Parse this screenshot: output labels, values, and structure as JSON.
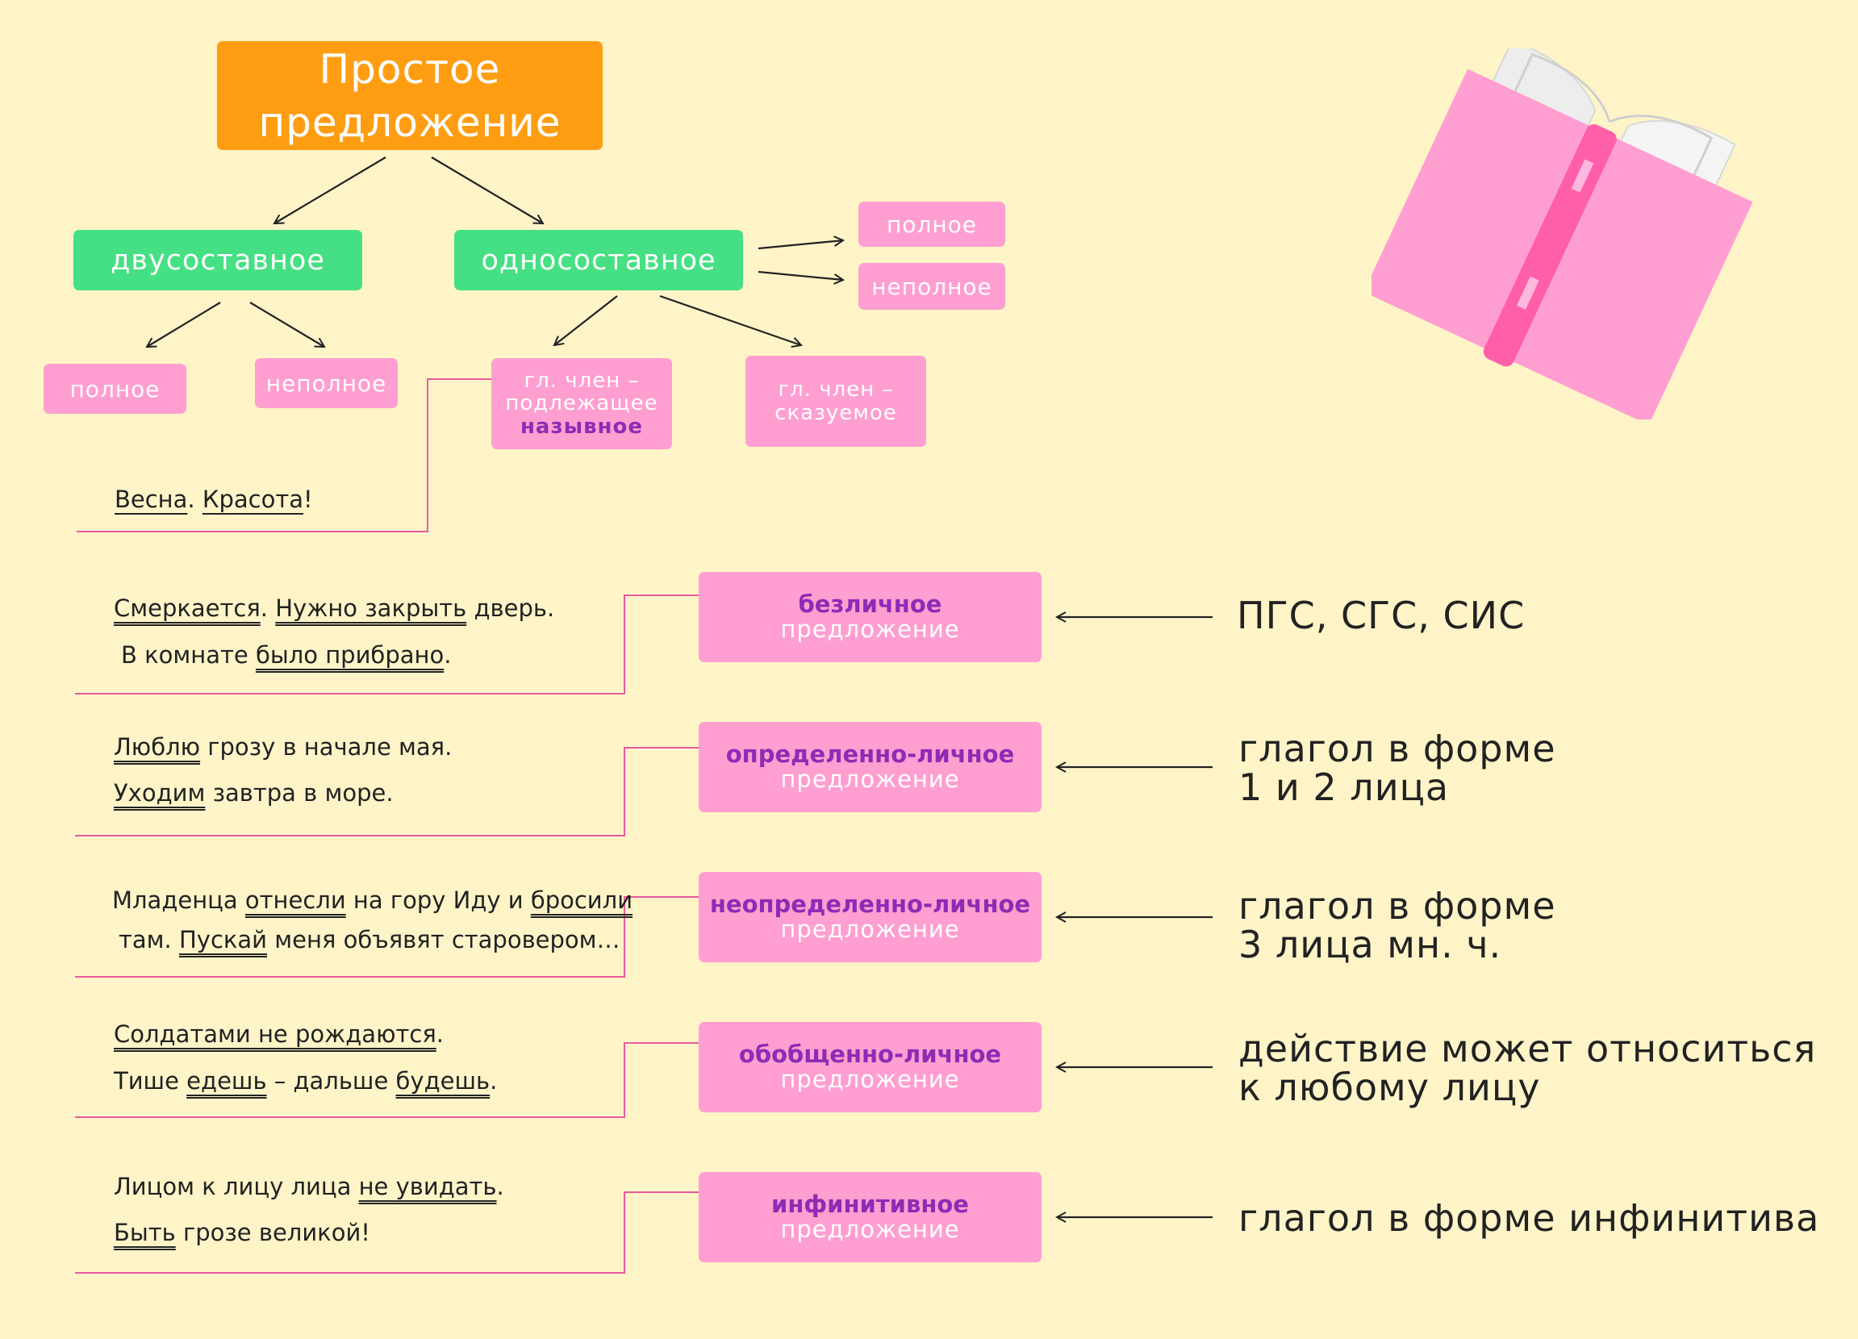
{
  "colors": {
    "background": "#FEF4C8",
    "root": "#FF9D12",
    "level1": "#45E083",
    "leaf": "#FF9ED0",
    "accent_text": "#8E2BB5",
    "connector_pink": "#E85A9C",
    "book_pink": "#FF9ED0",
    "book_spine": "#FF5FA8"
  },
  "root": {
    "line1": "Простое",
    "line2": "предложение"
  },
  "two_part": {
    "label": "двусоставное",
    "full": "полное",
    "incomplete": "неполное"
  },
  "one_part": {
    "label": "односоставное",
    "full": "полное",
    "incomplete": "неполное",
    "subject_main": {
      "line1": "гл. член –",
      "line2": "подлежащее",
      "type": "назывное"
    },
    "predicate_main": {
      "line1": "гл. член –",
      "line2": "сказуемое"
    }
  },
  "nominative_example": {
    "w1": "Весна",
    "p1": ". ",
    "w2": "Красота",
    "p2": "!"
  },
  "types": [
    {
      "name": "безличное",
      "word": "предложение",
      "desc_line1": "ПГС, СГС,  СИС",
      "desc_line2": ""
    },
    {
      "name": "определенно-личное",
      "word": "предложение",
      "desc_line1": "глагол в форме",
      "desc_line2": "1 и 2 лица"
    },
    {
      "name": "неопределенно-личное",
      "word": "предложение",
      "desc_line1": "глагол в форме",
      "desc_line2": "3 лица мн. ч."
    },
    {
      "name": "обобщенно-личное",
      "word": "предложение",
      "desc_line1": "действие может относиться",
      "desc_line2": "к любому лицу"
    },
    {
      "name": "инфинитивное",
      "word": "предложение",
      "desc_line1": "глагол в форме инфинитива",
      "desc_line2": ""
    }
  ],
  "examples": {
    "impersonal": {
      "l1": {
        "a": "Смеркается",
        "b": ". ",
        "c": "Нужно закрыть",
        "d": " дверь."
      },
      "l2": {
        "a": "В комнате ",
        "b": "было прибрано",
        "c": "."
      }
    },
    "definite": {
      "l1": {
        "a": "Люблю",
        "b": "  грозу в начале мая."
      },
      "l2": {
        "a": "Уходим",
        "b": "  завтра в море."
      }
    },
    "indefinite": {
      "l1": {
        "a": "Младенца ",
        "b": "отнесли",
        "c": " на гору Иду и ",
        "d": "бросили"
      },
      "l2": {
        "a": "там. ",
        "b": "Пускай",
        "c": " меня  объявят старовером…"
      }
    },
    "generalized": {
      "l1": {
        "a": "Солдатами не рождаются",
        "b": "."
      },
      "l2": {
        "a": "Тише ",
        "b": "едешь",
        "c": "  – дальше ",
        "d": "будешь",
        "e": "."
      }
    },
    "infinitive": {
      "l1": {
        "a": "Лицом к лицу лица ",
        "b": "не увидать",
        "c": "."
      },
      "l2": {
        "a": "Быть",
        "b": " грозе  великой!"
      }
    }
  }
}
